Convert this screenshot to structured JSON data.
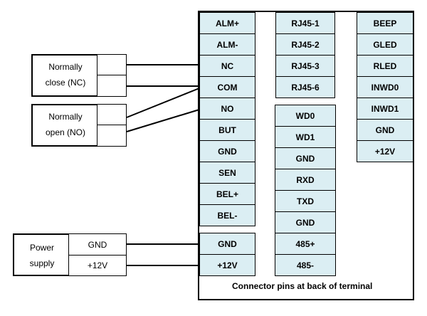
{
  "terminal": {
    "caption": "Connector pins at back of terminal",
    "col1": [
      "ALM+",
      "ALM-",
      "NC",
      "COM",
      "NO",
      "BUT",
      "GND",
      "SEN",
      "BEL+",
      "BEL-"
    ],
    "col1_power": [
      "GND",
      "+12V"
    ],
    "col2_top": [
      "RJ45-1",
      "RJ45-2",
      "RJ45-3",
      "RJ45-6"
    ],
    "col2_bottom": [
      "WD0",
      "WD1",
      "GND",
      "RXD",
      "TXD",
      "GND",
      "485+",
      "485-"
    ],
    "col3": [
      "BEEP",
      "GLED",
      "RLED",
      "INWD0",
      "INWD1",
      "GND",
      "+12V"
    ]
  },
  "relay_nc": {
    "label_line1": "Normally",
    "label_line2": "close (NC)"
  },
  "relay_no": {
    "label_line1": "Normally",
    "label_line2": "open (NO)"
  },
  "power_supply": {
    "label_line1": "Power",
    "label_line2": "supply",
    "terminals": [
      "GND",
      "+12V"
    ]
  }
}
